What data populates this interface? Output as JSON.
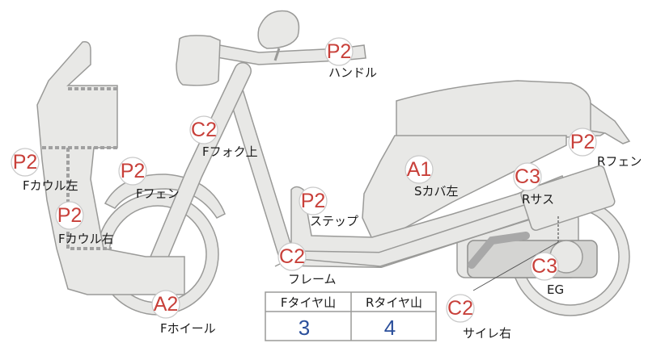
{
  "colors": {
    "grade_text": "#c8403a",
    "table_value": "#2b4f9b",
    "body_fill": "#e8e8e6",
    "outline": "#9a9a98"
  },
  "markers": [
    {
      "id": "handle",
      "grade": "P2",
      "label": "ハンドル"
    },
    {
      "id": "front-fork-upper",
      "grade": "C2",
      "label": "Fフォク上"
    },
    {
      "id": "front-cowl-left",
      "grade": "P2",
      "label": "Fカウル左"
    },
    {
      "id": "front-fender",
      "grade": "P2",
      "label": "Fフェン"
    },
    {
      "id": "front-cowl-right",
      "grade": "P2",
      "label": "Fカウル右"
    },
    {
      "id": "step",
      "grade": "P2",
      "label": "ステップ"
    },
    {
      "id": "side-cover-left",
      "grade": "A1",
      "label": "Sカバ左"
    },
    {
      "id": "rear-fender",
      "grade": "P2",
      "label": "Rフェン"
    },
    {
      "id": "rear-suspension",
      "grade": "C3",
      "label": "Rサス"
    },
    {
      "id": "frame",
      "grade": "C2",
      "label": "フレーム"
    },
    {
      "id": "front-wheel",
      "grade": "A2",
      "label": "Fホイール"
    },
    {
      "id": "engine",
      "grade": "C3",
      "label": "EG"
    },
    {
      "id": "muffler-right",
      "grade": "C2",
      "label": "サイレ右"
    }
  ],
  "tire_table": {
    "headers": [
      "Fタイヤ山",
      "Rタイヤ山"
    ],
    "values": [
      "3",
      "4"
    ]
  }
}
